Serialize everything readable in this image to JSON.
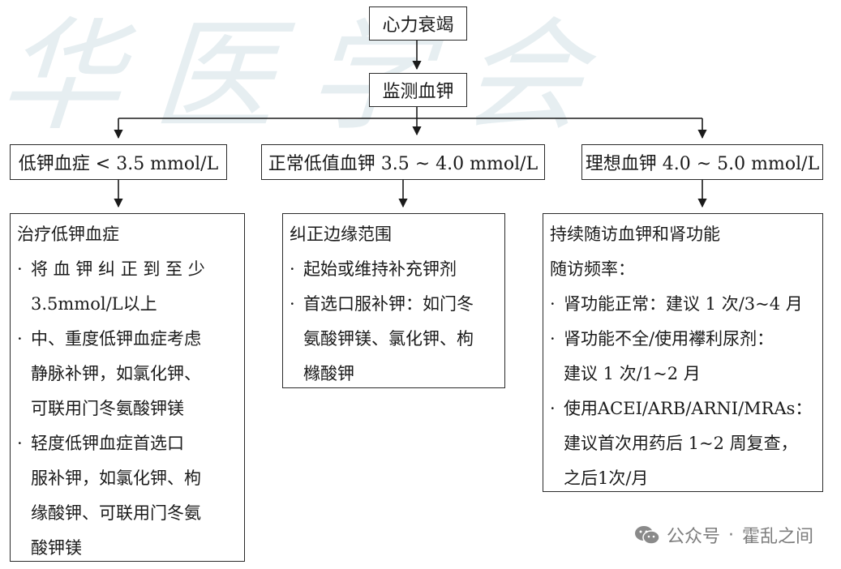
{
  "top": "心力衰竭",
  "monitor": "监测血钾",
  "branches": [
    {
      "label": "低钾血症 < 3.5 mmol/L",
      "title": "治疗低钾血症",
      "lines": [
        {
          "bullet": true,
          "text": "将 血 钾 纠 正 到 至 少"
        },
        {
          "bullet": false,
          "text": "3.5mmol/L以上"
        },
        {
          "bullet": true,
          "text": "中、重度低钾血症考虑"
        },
        {
          "bullet": false,
          "text": "静脉补钾，如氯化钾、"
        },
        {
          "bullet": false,
          "text": "可联用门冬氨酸钾镁"
        },
        {
          "bullet": true,
          "text": "轻度低钾血症首选口"
        },
        {
          "bullet": false,
          "text": "服补钾，如氯化钾、枸"
        },
        {
          "bullet": false,
          "text": "缘酸钾、可联用门冬氨"
        },
        {
          "bullet": false,
          "text": "酸钾镁"
        }
      ]
    },
    {
      "label": "正常低值血钾 3.5 ~ 4.0 mmol/L",
      "title": "纠正边缘范围",
      "lines": [
        {
          "bullet": true,
          "text": "起始或维持补充钾剂"
        },
        {
          "bullet": true,
          "text": "首选口服补钾：如门冬"
        },
        {
          "bullet": false,
          "text": "氨酸钾镁、氯化钾、枸"
        },
        {
          "bullet": false,
          "text": "橼酸钾"
        }
      ]
    },
    {
      "label": "理想血钾 4.0 ~ 5.0 mmol/L",
      "title": "持续随访血钾和肾功能",
      "lines": [
        {
          "bullet": false,
          "text": "随访频率："
        },
        {
          "bullet": true,
          "text": "肾功能正常：建议 1 次/3~4 月"
        },
        {
          "bullet": true,
          "text": "肾功能不全/使用襻利尿剂："
        },
        {
          "bullet": false,
          "text": "建议 1 次/1~2 月"
        },
        {
          "bullet": true,
          "text": "使用ACEI/ARB/ARNI/MRAs："
        },
        {
          "bullet": false,
          "text": "建议首次用药后 1~2 周复查，"
        },
        {
          "bullet": false,
          "text": "之后1次/月"
        }
      ]
    }
  ],
  "bullet_char": "·",
  "watermark": "华医学会",
  "footer": {
    "source": "公众号",
    "separator": "·",
    "account": "霍乱之间",
    "icon": "wechat-icon"
  }
}
